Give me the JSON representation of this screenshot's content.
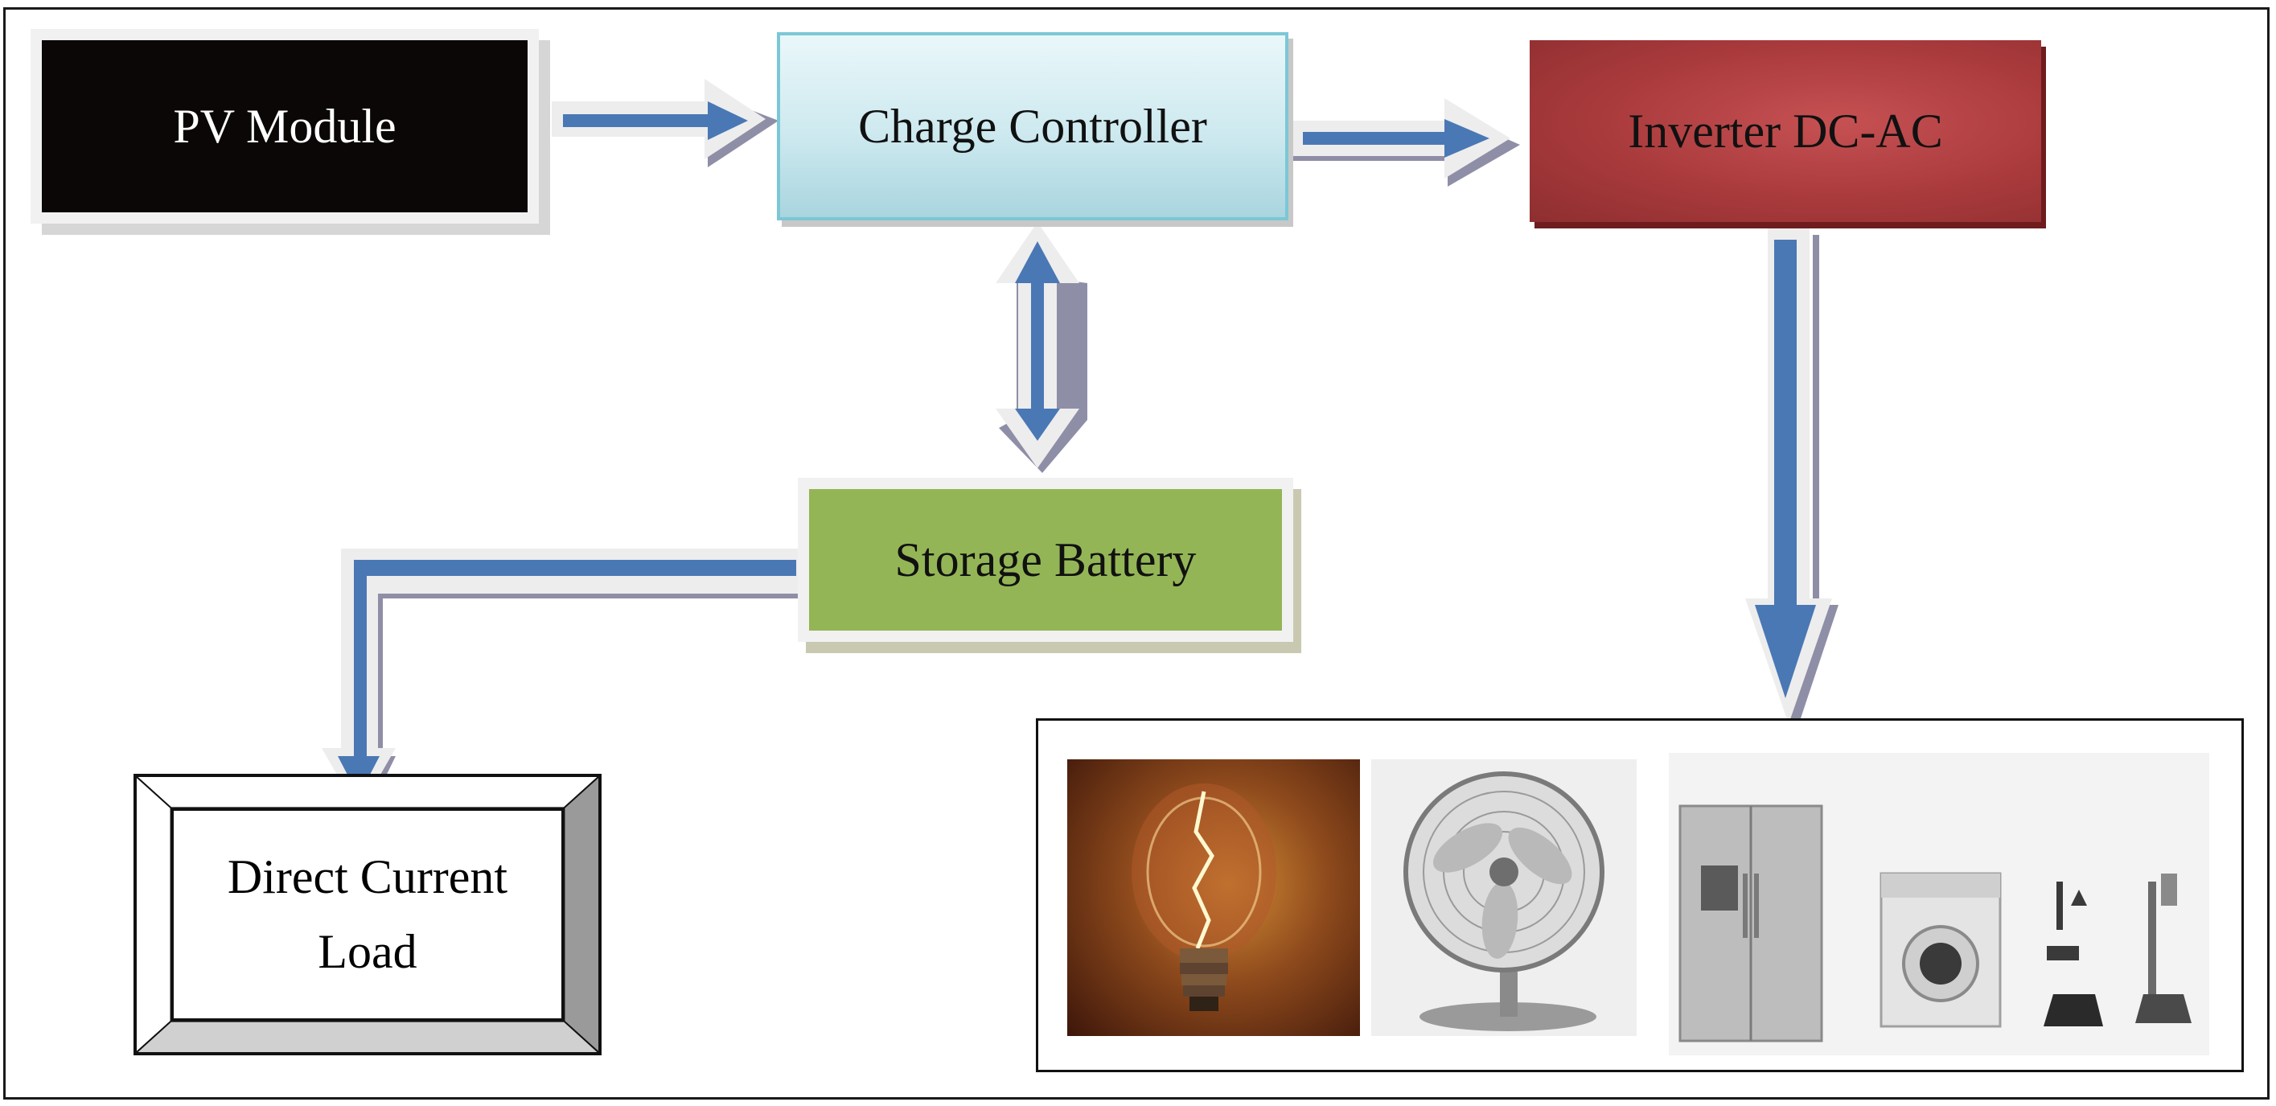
{
  "diagram": {
    "pv_module": "PV Module",
    "charge_controller": "Charge Controller",
    "inverter": "Inverter DC-AC",
    "storage_battery": "Storage Battery",
    "dc_load_line1": "Direct Current",
    "dc_load_line2": "Load",
    "ac_loads": [
      "light-bulb",
      "desk-fan",
      "refrigerator",
      "washing-machine",
      "vacuum-cleaner"
    ]
  },
  "colors": {
    "arrow_fill": "#4a78b5",
    "arrow_outline": "#ededed",
    "arrow_shadow": "#8f8ea7",
    "pv_bg": "#0b0706",
    "controller_bg": "#cde9ef",
    "inverter_bg": "#a93a3c",
    "battery_bg": "#94b556"
  }
}
